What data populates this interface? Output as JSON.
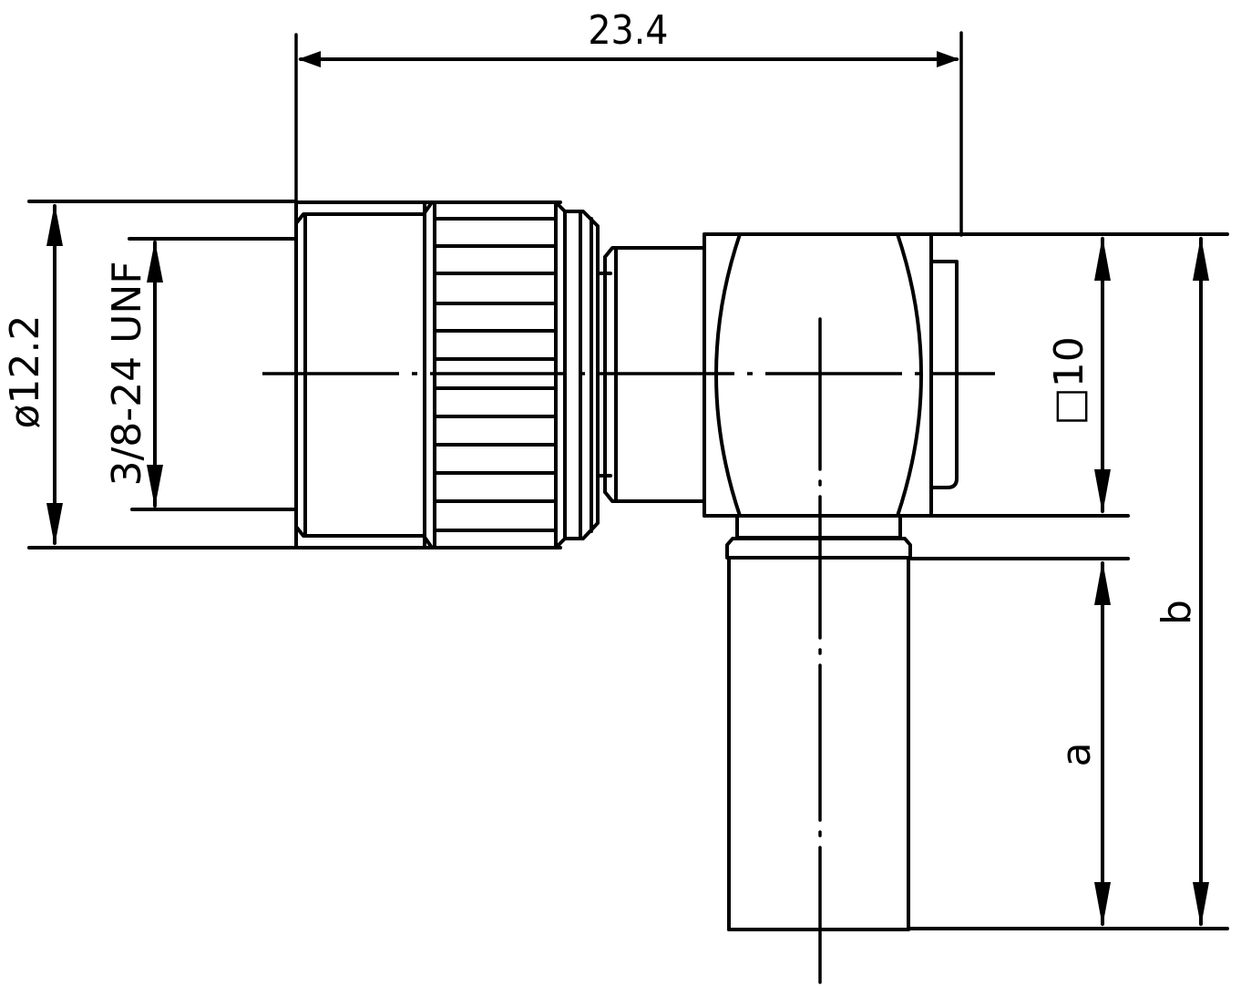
{
  "drawing": {
    "title": "Right-angle connector dimensional drawing",
    "line_color": "#000000",
    "background": "#ffffff"
  },
  "dimensions": {
    "overall_length": {
      "label": "23.4",
      "orientation": "horizontal"
    },
    "outer_diameter": {
      "label": "ø12.2",
      "orientation": "vertical"
    },
    "thread": {
      "label": "3/8-24 UNF",
      "orientation": "vertical"
    },
    "body_square": {
      "label": "□10",
      "orientation": "vertical"
    },
    "dim_a": {
      "label": "a",
      "orientation": "vertical"
    },
    "dim_b": {
      "label": "b",
      "orientation": "vertical"
    }
  }
}
